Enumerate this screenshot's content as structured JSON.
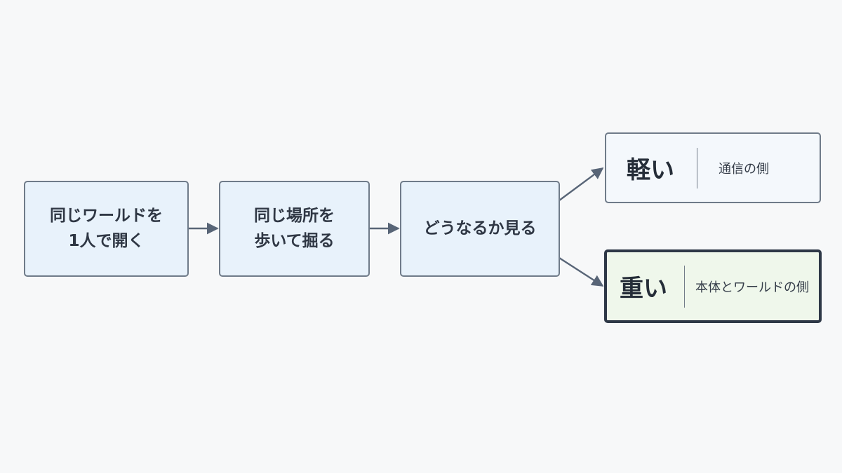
{
  "flow": {
    "steps": [
      {
        "line1": "同じワールドを",
        "line2": "1人で開く"
      },
      {
        "line1": "同じ場所を",
        "line2": "歩いて掘る"
      },
      {
        "line1": "どうなるか見る"
      }
    ],
    "outcomes": [
      {
        "title": "軽い",
        "description": "通信の側"
      },
      {
        "title": "重い",
        "description": "本体とワールドの側"
      }
    ]
  },
  "colors": {
    "background": "#f7f8f9",
    "step_fill": "#e8f2fb",
    "step_border": "#6f7b89",
    "light_outcome_fill": "#f4f8fc",
    "heavy_outcome_fill": "#eff7eb",
    "heavy_outcome_border": "#2e3847",
    "arrow": "#586577"
  }
}
